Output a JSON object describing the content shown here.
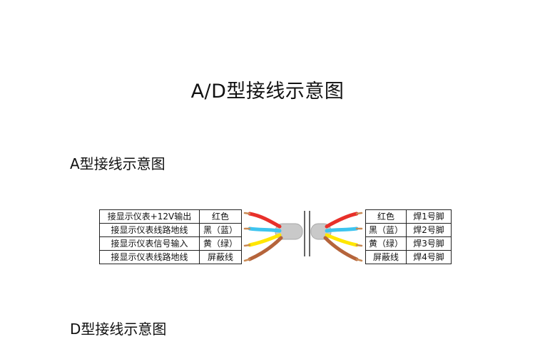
{
  "title": "A/D型接线示意图",
  "section_a": {
    "title": "A型接线示意图"
  },
  "section_d": {
    "title": "D型接线示意图"
  },
  "left_table": {
    "rows": [
      {
        "label": "接显示仪表+12V输出",
        "color": "红色"
      },
      {
        "label": "接显示仪表线路地线",
        "color": "黑（蓝）"
      },
      {
        "label": "接显示仪表信号输入",
        "color": "黄（绿）"
      },
      {
        "label": "接显示仪表线路地线",
        "color": "屏蔽线"
      }
    ]
  },
  "right_table": {
    "rows": [
      {
        "color": "红色",
        "pin": "焊1号脚"
      },
      {
        "color": "黑（蓝）",
        "pin": "焊2号脚"
      },
      {
        "color": "黄（绿）",
        "pin": "焊3号脚"
      },
      {
        "color": "屏蔽线",
        "pin": "焊4号脚"
      }
    ]
  },
  "wire_colors": {
    "red": "#e8302a",
    "blue": "#3ec4ef",
    "yellow": "#ffe600",
    "shield": "#b5643b",
    "sheath": "#c9c9c9"
  }
}
